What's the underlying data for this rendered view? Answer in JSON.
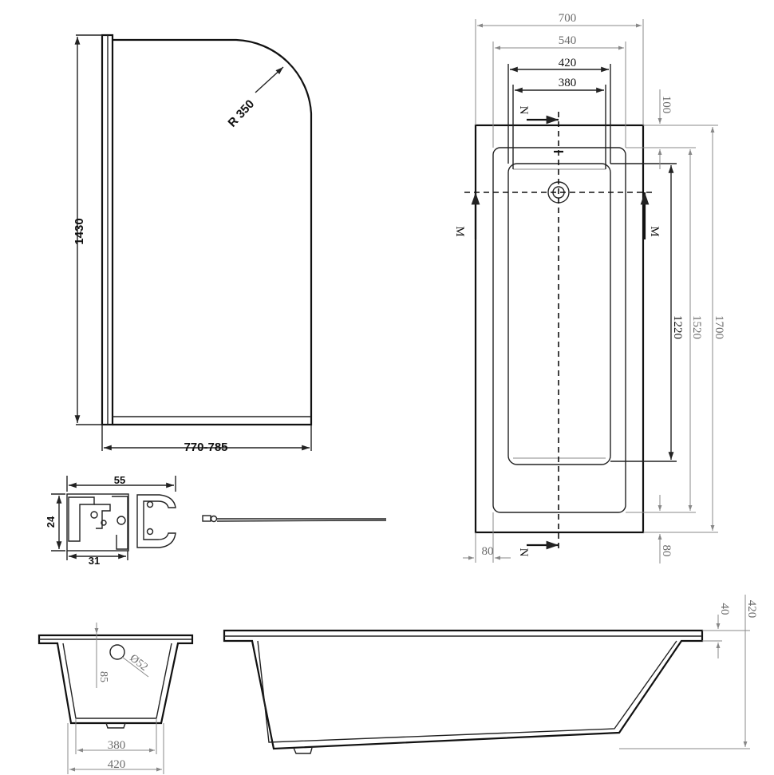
{
  "screen": {
    "dimension_labels": {
      "screen_height": "1430",
      "screen_width": "770-785",
      "screen_radius": "R 350",
      "profile_width": "55",
      "profile_height": "24",
      "profile_base": "31"
    }
  },
  "plan": {
    "dimension_labels": {
      "outer_width": "700",
      "rim_width": "540",
      "basin_width": "420",
      "floor_width": "380",
      "top_rim": "100",
      "inner_length": "1220",
      "rim_length": "1520",
      "outer_length": "1700",
      "bottom_rim": "80",
      "side_rim": "80"
    },
    "section_labels": {
      "n_top": "N",
      "n_bottom": "N",
      "m_left": "M",
      "m_right": "M"
    }
  },
  "section_n": {
    "dimension_labels": {
      "drain_diameter": "Ø52",
      "drain_height": "85",
      "floor_width": "380",
      "basin_width": "420"
    }
  },
  "section_m": {
    "dimension_labels": {
      "rim_thickness": "40",
      "total_depth": "420"
    }
  },
  "colors": {
    "line": "#222222",
    "dimension_grey": "#8a8a8a"
  }
}
